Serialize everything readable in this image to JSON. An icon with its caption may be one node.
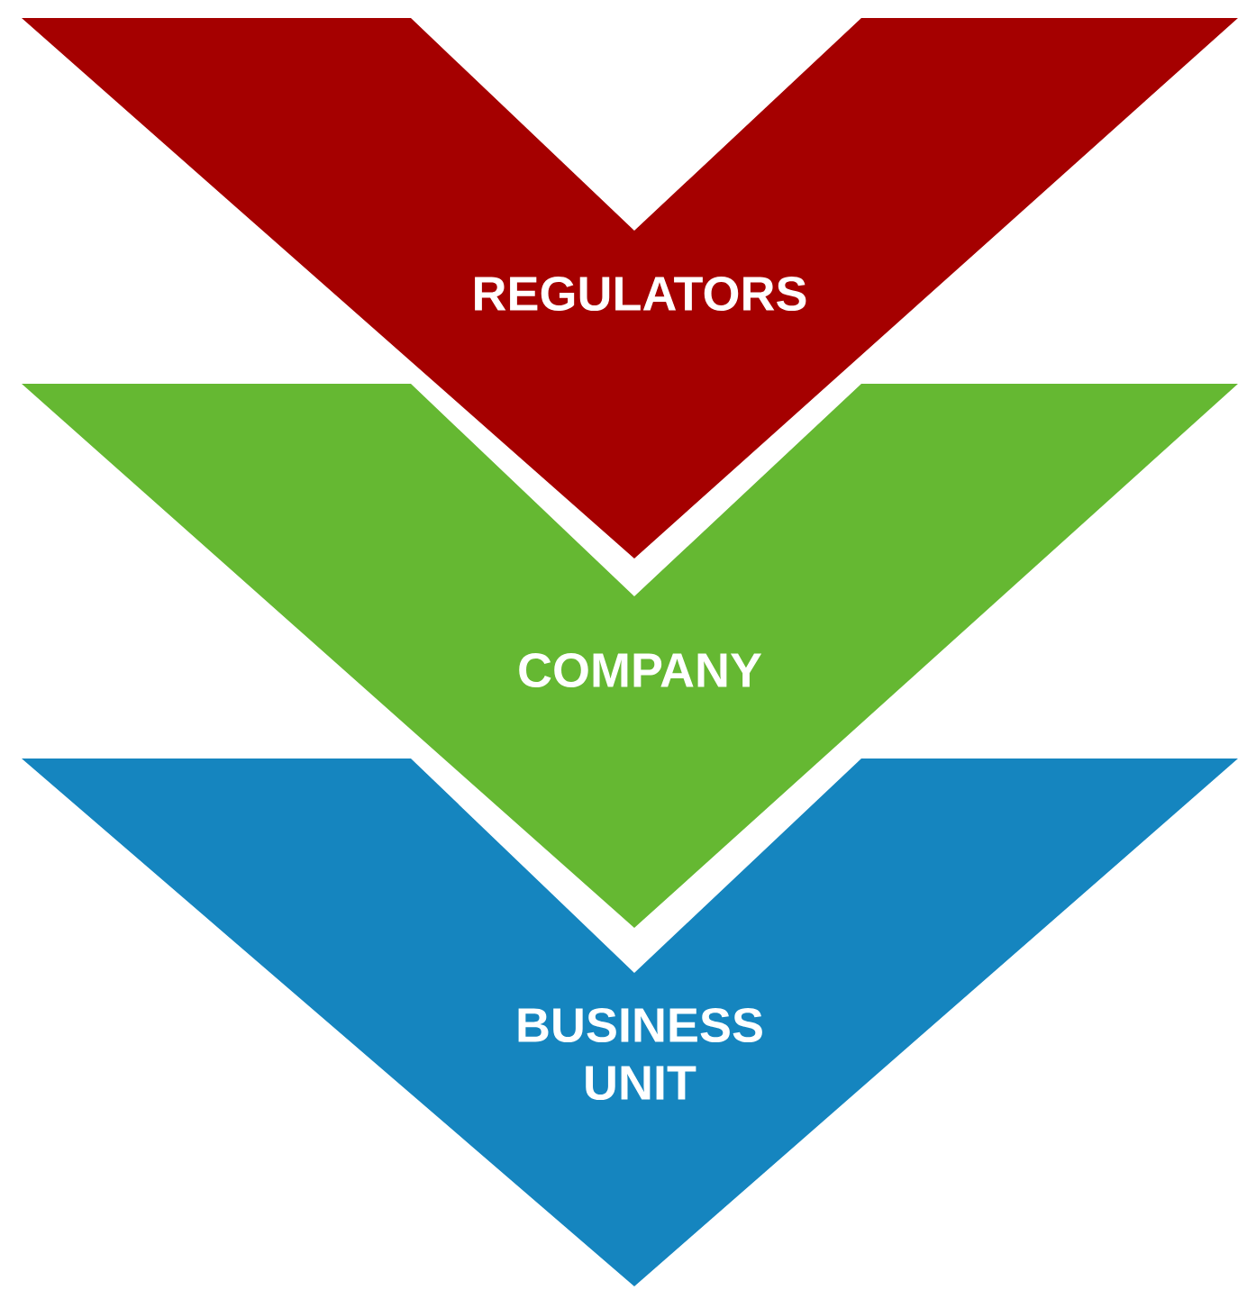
{
  "diagram": {
    "nodes": [
      {
        "text": [
          "REGULATORS"
        ]
      },
      {
        "text": [
          "COMPANY"
        ]
      },
      {
        "text": [
          "BUSINESS UNIT"
        ]
      }
    ]
  }
}
